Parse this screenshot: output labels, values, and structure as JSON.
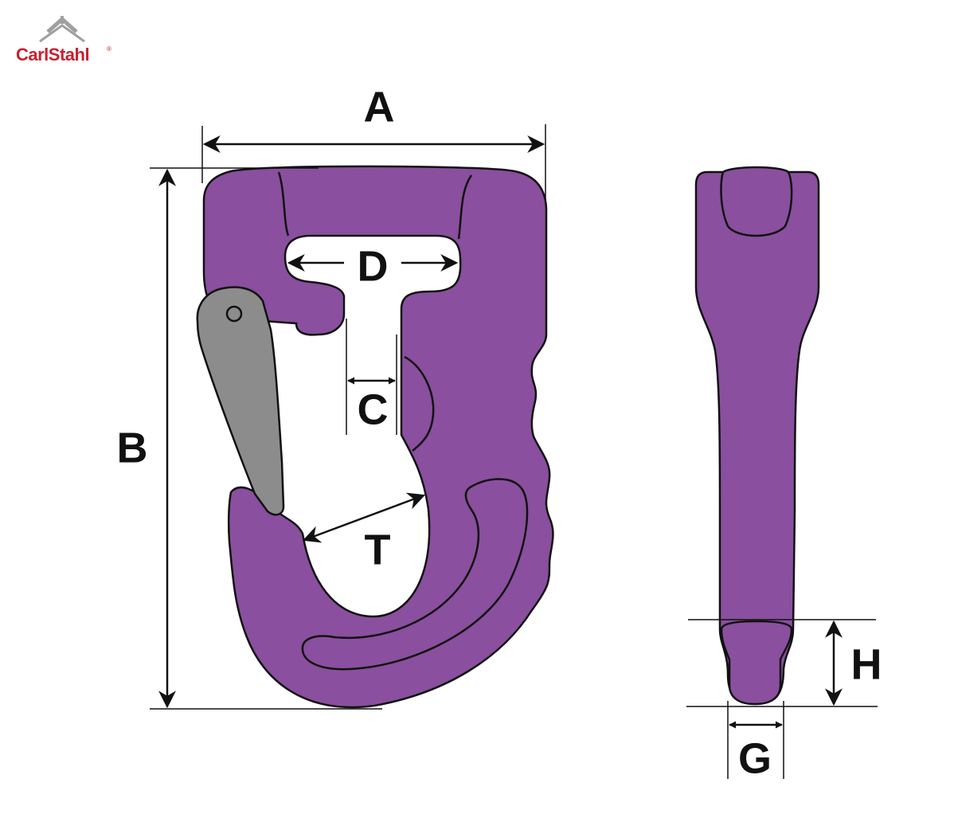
{
  "brand": {
    "name": "CarlStahl",
    "color": "#c8202e",
    "mark_color": "#a0a0a0"
  },
  "colors": {
    "body": "#8a4f9e",
    "latch": "#8c8c8c",
    "outline": "#111111"
  },
  "dimensions": {
    "a": "A",
    "b": "B",
    "c": "C",
    "d": "D",
    "t": "T",
    "h": "H",
    "g": "G"
  },
  "icons": {
    "arrow": "double-headed-arrow"
  }
}
